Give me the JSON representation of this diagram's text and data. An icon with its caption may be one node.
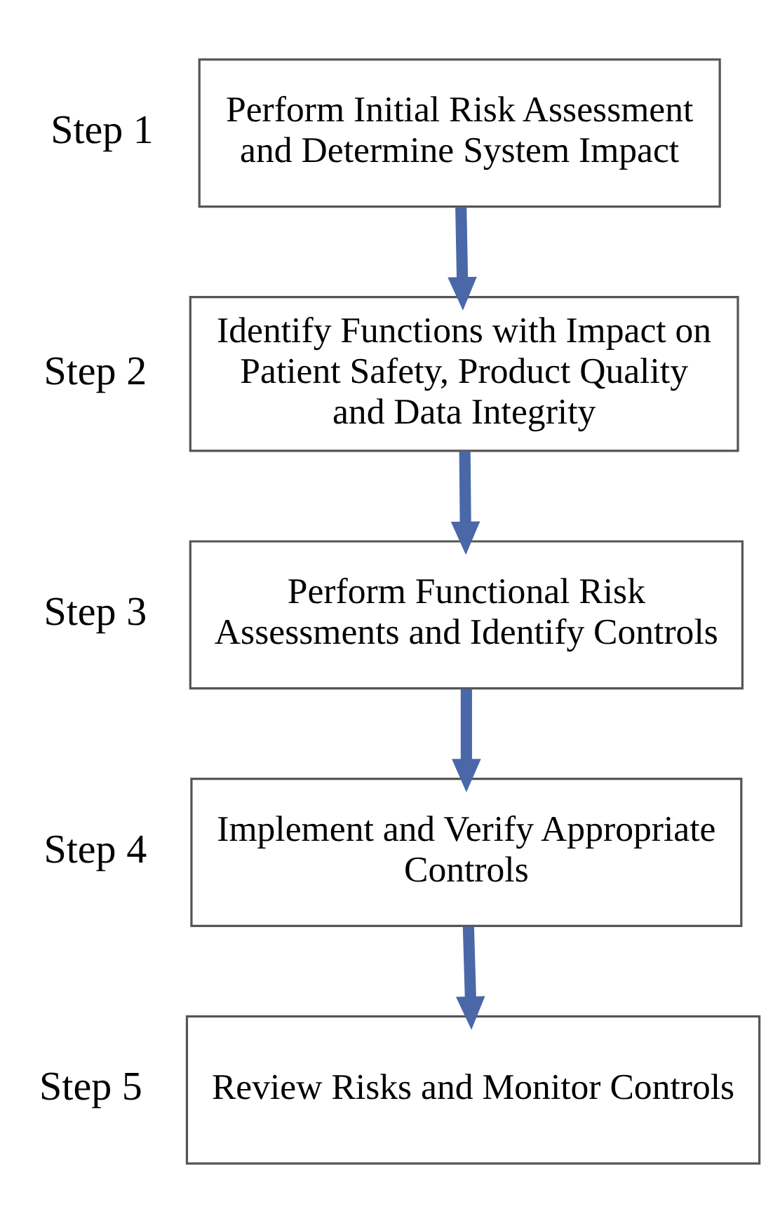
{
  "diagram": {
    "nodes": [
      {
        "text": [
          "Perform Initial Risk Assessment and Determine System Impact"
        ],
        "beside": [
          "Step 1"
        ]
      },
      {
        "text": [
          "Identify Functions with Impact on Patient Safety, Product Quality and Data Integrity"
        ],
        "beside": [
          "Step 2"
        ]
      },
      {
        "text": [
          "Perform Functional Risk Assessments and Identify Controls"
        ],
        "beside": [
          "Step 3"
        ]
      },
      {
        "text": [
          "Implement and Verify Appropriate Controls"
        ],
        "beside": [
          "Step 4"
        ]
      },
      {
        "text": [
          "Review Risks and Monitor Controls"
        ],
        "beside": [
          "Step 5"
        ]
      }
    ],
    "edges": [
      {
        "from": 0,
        "to": 1,
        "arrow": "to"
      },
      {
        "from": 1,
        "to": 2,
        "arrow": "to"
      },
      {
        "from": 2,
        "to": 3,
        "arrow": "to"
      },
      {
        "from": 3,
        "to": 4,
        "arrow": "to"
      }
    ]
  }
}
